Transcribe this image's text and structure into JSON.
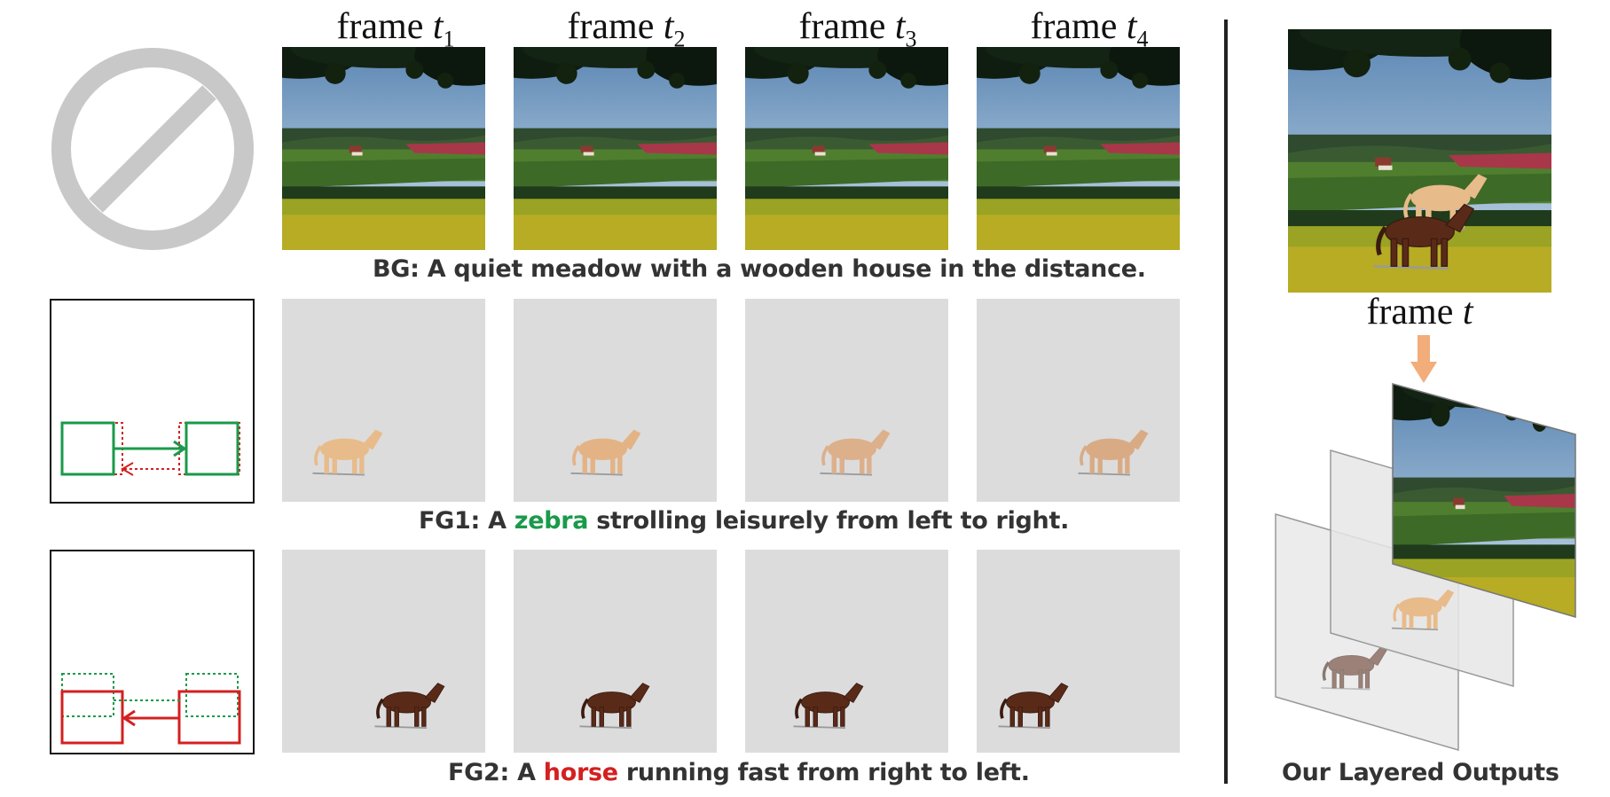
{
  "headers": [
    {
      "prefix": "frame ",
      "var": "t",
      "sub": "1"
    },
    {
      "prefix": "frame ",
      "var": "t",
      "sub": "2"
    },
    {
      "prefix": "frame ",
      "var": "t",
      "sub": "3"
    },
    {
      "prefix": "frame ",
      "var": "t",
      "sub": "4"
    }
  ],
  "rows": {
    "bg": {
      "caption": "BG: A quiet meadow with a wooden house in the distance."
    },
    "fg1": {
      "before": "FG1: A ",
      "highlight": "zebra",
      "after": " strolling leisurely from left to right."
    },
    "fg2": {
      "before": "FG2: A ",
      "highlight": "horse",
      "after": " running fast from right to left."
    }
  },
  "right_panel": {
    "frame_label_prefix": "frame ",
    "frame_label_var": "t",
    "outputs_caption": "Our Layered Outputs"
  },
  "colors": {
    "zebra_accent": "#1a9a4a",
    "horse_accent": "#d42020",
    "arrow": "#f2ad7a",
    "no_sign": "#c8c8c8"
  }
}
